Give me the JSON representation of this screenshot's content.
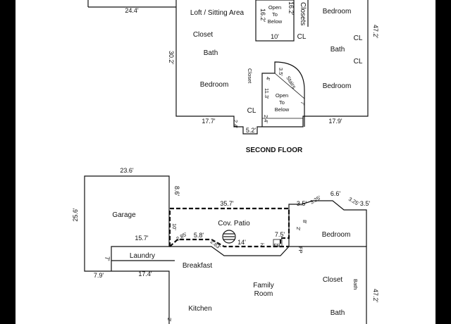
{
  "second_floor": {
    "title": "SECOND FLOOR",
    "rooms": {
      "loft": "Loft / Sitting Area",
      "closet": "Closet",
      "bath": "Bath",
      "bedroom_left": "Bedroom",
      "closets": "Closets",
      "bedroom_top_right": "Bedroom",
      "bath_right": "Bath",
      "bedroom_right": "Bedroom",
      "cl_1": "CL",
      "cl_2": "CL",
      "cl_3": "CL",
      "cl_4": "CL",
      "closet_vertical": "Closet",
      "stairs": "Stairs",
      "open_to_below_1": [
        "Open",
        "To",
        "Below"
      ],
      "open_to_below_2": [
        "Open",
        "To",
        "Below"
      ]
    },
    "dims": {
      "top_left": "24.4'",
      "open_width": "10'",
      "open_h1": "16.2'",
      "open_h2": "16.2'",
      "left_height": "30.2'",
      "right_height": "47.2'",
      "bottom_left": "17.7'",
      "bottom_mid": "5.2'",
      "bottom_right": "17.9'",
      "small_a": "2.4'",
      "small_b": "2.4'",
      "stair_h": "11.3'",
      "stair_a": "4'",
      "stair_b": "3.5'",
      "stair_c": "7'"
    }
  },
  "first_floor": {
    "rooms": {
      "garage": "Garage",
      "laundry": "Laundry",
      "breakfast": "Breakfast",
      "kitchen": "Kitchen",
      "family_room": [
        "Family",
        "Room"
      ],
      "cov_patio": "Cov. Patio",
      "bedroom": "Bedroom",
      "closet": "Closet",
      "bath": "Bath",
      "bath_vertical": "Bath",
      "fp": "FP",
      "fp_vertical": "FP"
    },
    "dims": {
      "garage_top": "23.6'",
      "garage_left": "25.6'",
      "garage_right": "8.6'",
      "patio_top": "35.7'",
      "laundry_top": "15.7'",
      "laundry_left": "7'",
      "bottom_left": "7.9'",
      "laundry_bottom": "17.4'",
      "patio_left": "10'",
      "patio_a": "2.85'",
      "patio_b": "5.8'",
      "patio_c": "2.83'",
      "patio_d": "14'",
      "patio_e": "2'",
      "patio_f": "7.5'",
      "patio_g": "2'",
      "patio_h": "8'",
      "top_a": "3.5'",
      "top_b": "3.25'",
      "top_c": "6.6'",
      "top_d": "3.25'",
      "top_e": "3.5'",
      "right_height": "47.2'",
      "kitchen_left": "2'"
    }
  }
}
